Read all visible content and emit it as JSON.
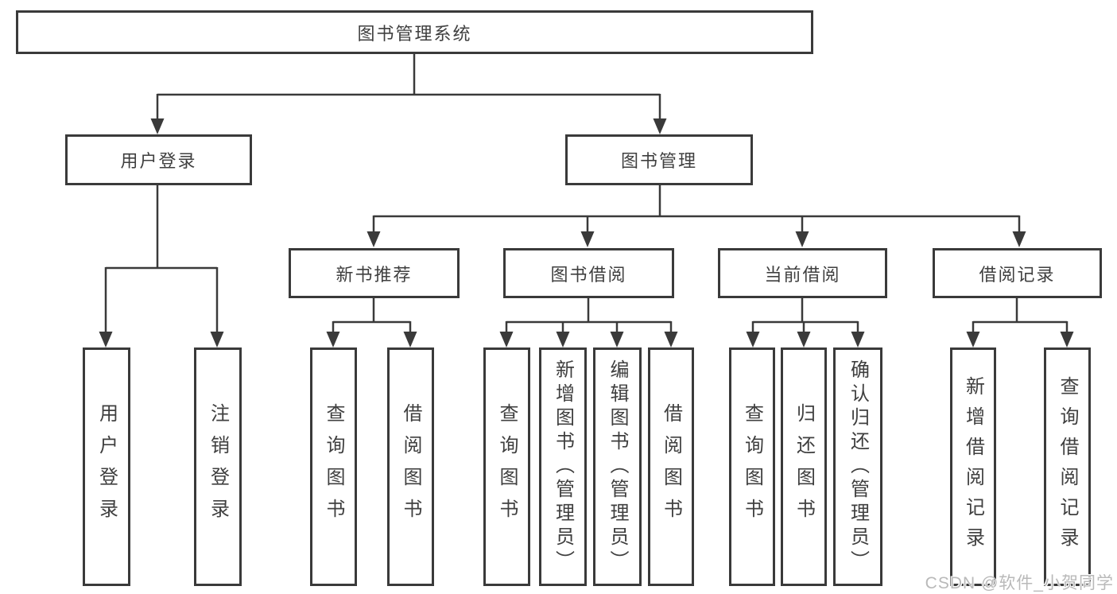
{
  "diagram": {
    "title_root": "图书管理系统",
    "level2": [
      "用户登录",
      "图书管理"
    ],
    "level3": [
      "新书推荐",
      "图书借阅",
      "当前借阅",
      "借阅记录"
    ],
    "leaves_user_login": [
      "用户登录",
      "注销登录"
    ],
    "leaves_new_book": [
      "查询图书",
      "借阅图书"
    ],
    "leaves_book_borrow": [
      "查询图书",
      "新增图书（管理员）",
      "编辑图书（管理员）",
      "借阅图书"
    ],
    "leaves_current_borrow": [
      "查询图书",
      "归还图书",
      "确认归还（管理员）"
    ],
    "leaves_borrow_record": [
      "新增借阅记录",
      "查询借阅记录"
    ],
    "watermark": "CSDN @软件_小贺同学",
    "colors": {
      "line": "#3a3a3a",
      "text": "#3f3f3f",
      "watermark": "#b9b9b9"
    }
  }
}
